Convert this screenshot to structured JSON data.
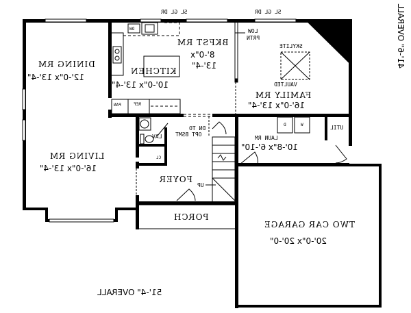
{
  "title": "Floor Plan - First Floor",
  "rooms": {
    "dining": {
      "name": "DINING RM",
      "size": "12'-0\"x 13'-4\""
    },
    "kitchen": {
      "name": "KITCHEN",
      "size": "10'-0\"x 13'-4\""
    },
    "bkfst": {
      "name": "BKFST RM",
      "size1": "8'-0\"x",
      "size2": "13'-4\""
    },
    "family": {
      "name": "FAMILY RM",
      "size": "16'-0\"x 13'-4\"",
      "note1": "SKYLITE",
      "note2": "VAULTED"
    },
    "living": {
      "name": "LIVING RM",
      "size": "16'-0\"x 13'-4\""
    },
    "laundry": {
      "name": "LAUN RM",
      "size": "10'-8\"x 6'-10\""
    },
    "foyer": {
      "name": "FOYER"
    },
    "porch": {
      "name": "PORCH"
    },
    "garage": {
      "name": "TWO CAR GARAGE",
      "size": "20'-0\"x 20'-0\""
    }
  },
  "fixtures": {
    "dw": "DW",
    "ref": "REF",
    "pan": "PAN",
    "lav": "LAV",
    "cl": "CL",
    "dryer": "D",
    "washer": "W",
    "util": "UTIL",
    "up": "UP",
    "bsmt1": "DN TO",
    "bsmt2": "OPT BSMT",
    "low1": "LOW",
    "low2": "PRTN"
  },
  "doors": {
    "sl_gl_dr_1": "SL GL DR",
    "sl_gl_dr_2": "SL GL DR"
  },
  "dimensions": {
    "overall_width": "51'-4\" OVERALL",
    "overall_depth": "41'-6\" OVERALL"
  }
}
